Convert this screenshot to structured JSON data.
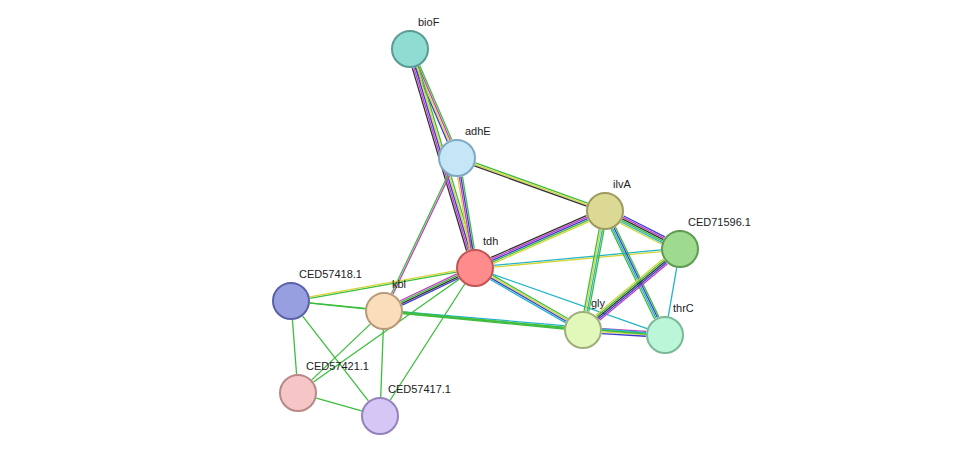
{
  "diagram": {
    "nodes": [
      {
        "text": [
          "bioF"
        ]
      },
      {
        "text": [
          "adhE"
        ]
      },
      {
        "text": [
          "ilvA"
        ]
      },
      {
        "text": [
          "CED71596.1"
        ]
      },
      {
        "text": [
          "tdh"
        ]
      },
      {
        "text": [
          "kbl"
        ]
      },
      {
        "text": [
          "CED57418.1"
        ]
      },
      {
        "text": [
          "gly"
        ]
      },
      {
        "text": [
          "thrC"
        ]
      },
      {
        "text": [
          "CED57421.1"
        ]
      },
      {
        "text": [
          "CED57417.1"
        ]
      }
    ],
    "edges": [
      {
        "from": 0,
        "to": 1,
        "arrow": "none"
      },
      {
        "from": 0,
        "to": 4,
        "arrow": "none"
      },
      {
        "from": 1,
        "to": 4,
        "arrow": "none"
      },
      {
        "from": 1,
        "to": 5,
        "arrow": "none"
      },
      {
        "from": 1,
        "to": 2,
        "arrow": "none"
      },
      {
        "from": 4,
        "to": 2,
        "arrow": "none"
      },
      {
        "from": 4,
        "to": 3,
        "arrow": "none"
      },
      {
        "from": 4,
        "to": 7,
        "arrow": "none"
      },
      {
        "from": 4,
        "to": 8,
        "arrow": "none"
      },
      {
        "from": 4,
        "to": 5,
        "arrow": "none"
      },
      {
        "from": 4,
        "to": 6,
        "arrow": "none"
      },
      {
        "from": 4,
        "to": 9,
        "arrow": "none"
      },
      {
        "from": 4,
        "to": 10,
        "arrow": "none"
      },
      {
        "from": 2,
        "to": 3,
        "arrow": "none"
      },
      {
        "from": 2,
        "to": 7,
        "arrow": "none"
      },
      {
        "from": 2,
        "to": 8,
        "arrow": "none"
      },
      {
        "from": 3,
        "to": 7,
        "arrow": "none"
      },
      {
        "from": 3,
        "to": 8,
        "arrow": "none"
      },
      {
        "from": 7,
        "to": 8,
        "arrow": "none"
      },
      {
        "from": 5,
        "to": 7,
        "arrow": "none"
      },
      {
        "from": 5,
        "to": 8,
        "arrow": "none"
      },
      {
        "from": 6,
        "to": 5,
        "arrow": "none"
      },
      {
        "from": 6,
        "to": 9,
        "arrow": "none"
      },
      {
        "from": 6,
        "to": 10,
        "arrow": "none"
      },
      {
        "from": 5,
        "to": 9,
        "arrow": "none"
      },
      {
        "from": 5,
        "to": 10,
        "arrow": "none"
      },
      {
        "from": 9,
        "to": 10,
        "arrow": "none"
      },
      {
        "from": 6,
        "to": 7,
        "arrow": "none"
      }
    ]
  }
}
